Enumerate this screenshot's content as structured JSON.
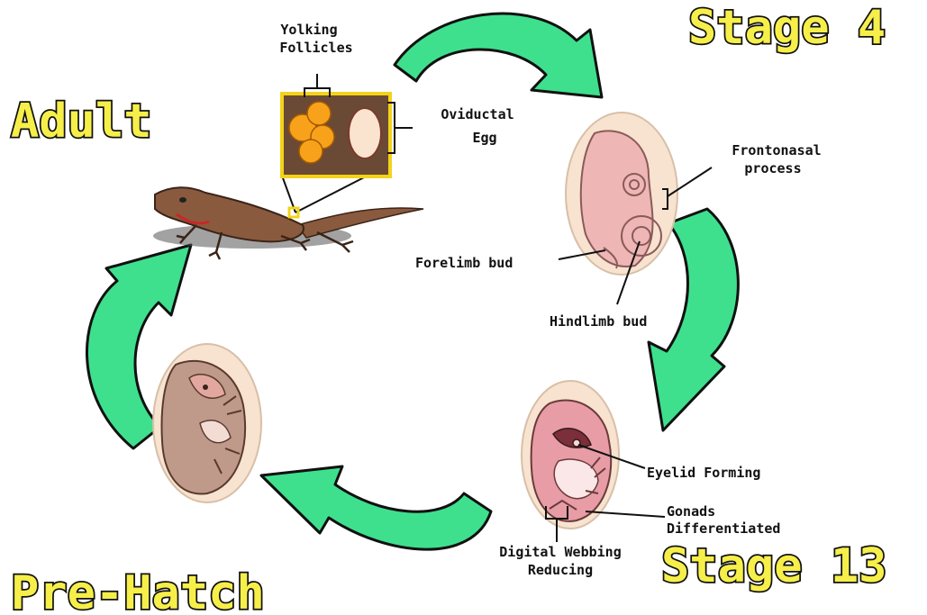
{
  "titles": {
    "adult": "Adult",
    "stage4": "Stage 4",
    "stage13": "Stage 13",
    "prehatch": "Pre-Hatch"
  },
  "labels": {
    "yolking_line1": "Yolking",
    "yolking_line2": "Follicles",
    "oviductal_line1": "Oviductal",
    "oviductal_line2": "Egg",
    "frontonasal_line1": "Frontonasal",
    "frontonasal_line2": "process",
    "forelimb": "Forelimb bud",
    "hindlimb": "Hindlimb bud",
    "eyelid": "Eyelid Forming",
    "gonads_line1": "Gonads",
    "gonads_line2": "Differentiated",
    "webbing_line1": "Digital Webbing",
    "webbing_line2": "Reducing"
  },
  "colors": {
    "arrow": "#3ee08e",
    "title_fill": "#f6ef4a",
    "egg_shell": "#f7e3cf",
    "follicle": "#f7a21a",
    "lizard": "#8a5a3e",
    "inset_border": "#f3d31a"
  },
  "icons": [
    "lizard-illustration",
    "stage4-embryo",
    "stage13-embryo",
    "prehatch-embryo",
    "oviduct-inset"
  ]
}
